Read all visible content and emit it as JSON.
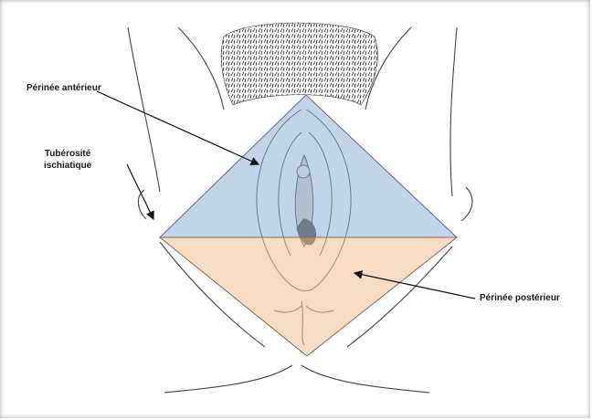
{
  "labels": {
    "anterior": "Périnée antérieur",
    "tuberosity_line1": "Tubérosité",
    "tuberosity_line2": "ischiatique",
    "posterior": "Périnée postérieur"
  },
  "colors": {
    "anterior_fill": "#8fb0d6",
    "posterior_fill": "#f2c39b",
    "outline": "#3a3a3a",
    "arrow": "#111111"
  },
  "icons": {
    "arrow_anterior": "arrow-right-down-icon",
    "arrow_tuberosity": "arrow-down-icon",
    "arrow_posterior": "arrow-left-icon"
  }
}
